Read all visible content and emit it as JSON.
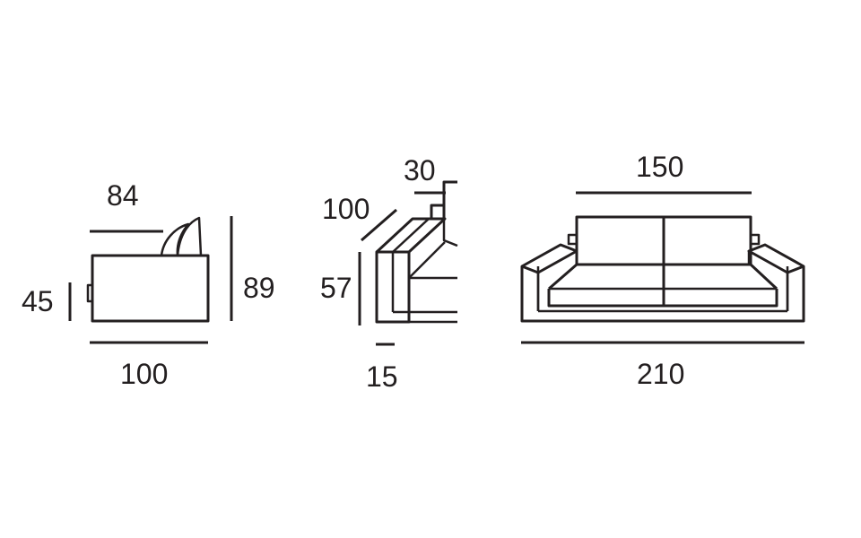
{
  "side_view": {
    "seat_depth": "84",
    "seat_height": "45",
    "total_depth": "100",
    "total_height": "89"
  },
  "perspective_view": {
    "back_width": "30",
    "diagonal_depth": "100",
    "armrest_height": "57",
    "armrest_width": "15"
  },
  "front_view": {
    "seat_width": "150",
    "total_width": "210"
  },
  "colors": {
    "line": "#231f20",
    "background": "#ffffff"
  }
}
